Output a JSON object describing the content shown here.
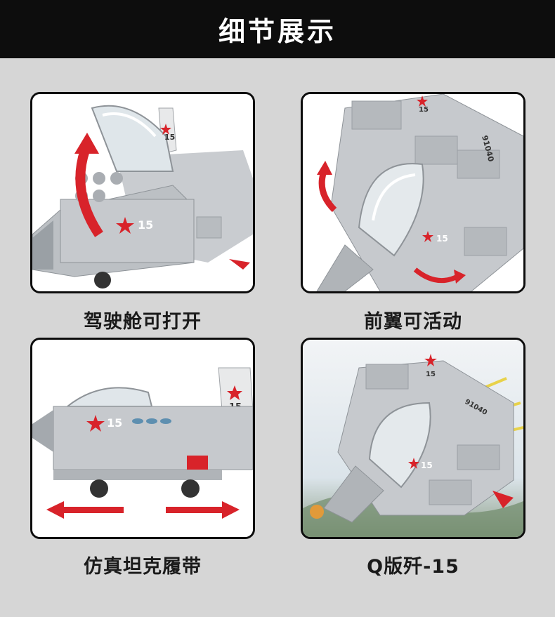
{
  "header": {
    "title": "细节展示"
  },
  "colors": {
    "accent_red": "#d8232a",
    "frame": "#0d0d0d",
    "background": "#d6d6d6",
    "brick_gray": "#bfc3c7"
  },
  "panels": [
    {
      "caption": "驾驶舱可打开",
      "markings": [
        "15",
        "15"
      ]
    },
    {
      "caption": "前翼可活动",
      "markings": [
        "91040",
        "15",
        "15"
      ]
    },
    {
      "caption": "仿真坦克履带",
      "markings": [
        "15",
        "15"
      ]
    },
    {
      "caption": "Q版歼-15",
      "markings": [
        "91040",
        "15",
        "15"
      ]
    }
  ]
}
